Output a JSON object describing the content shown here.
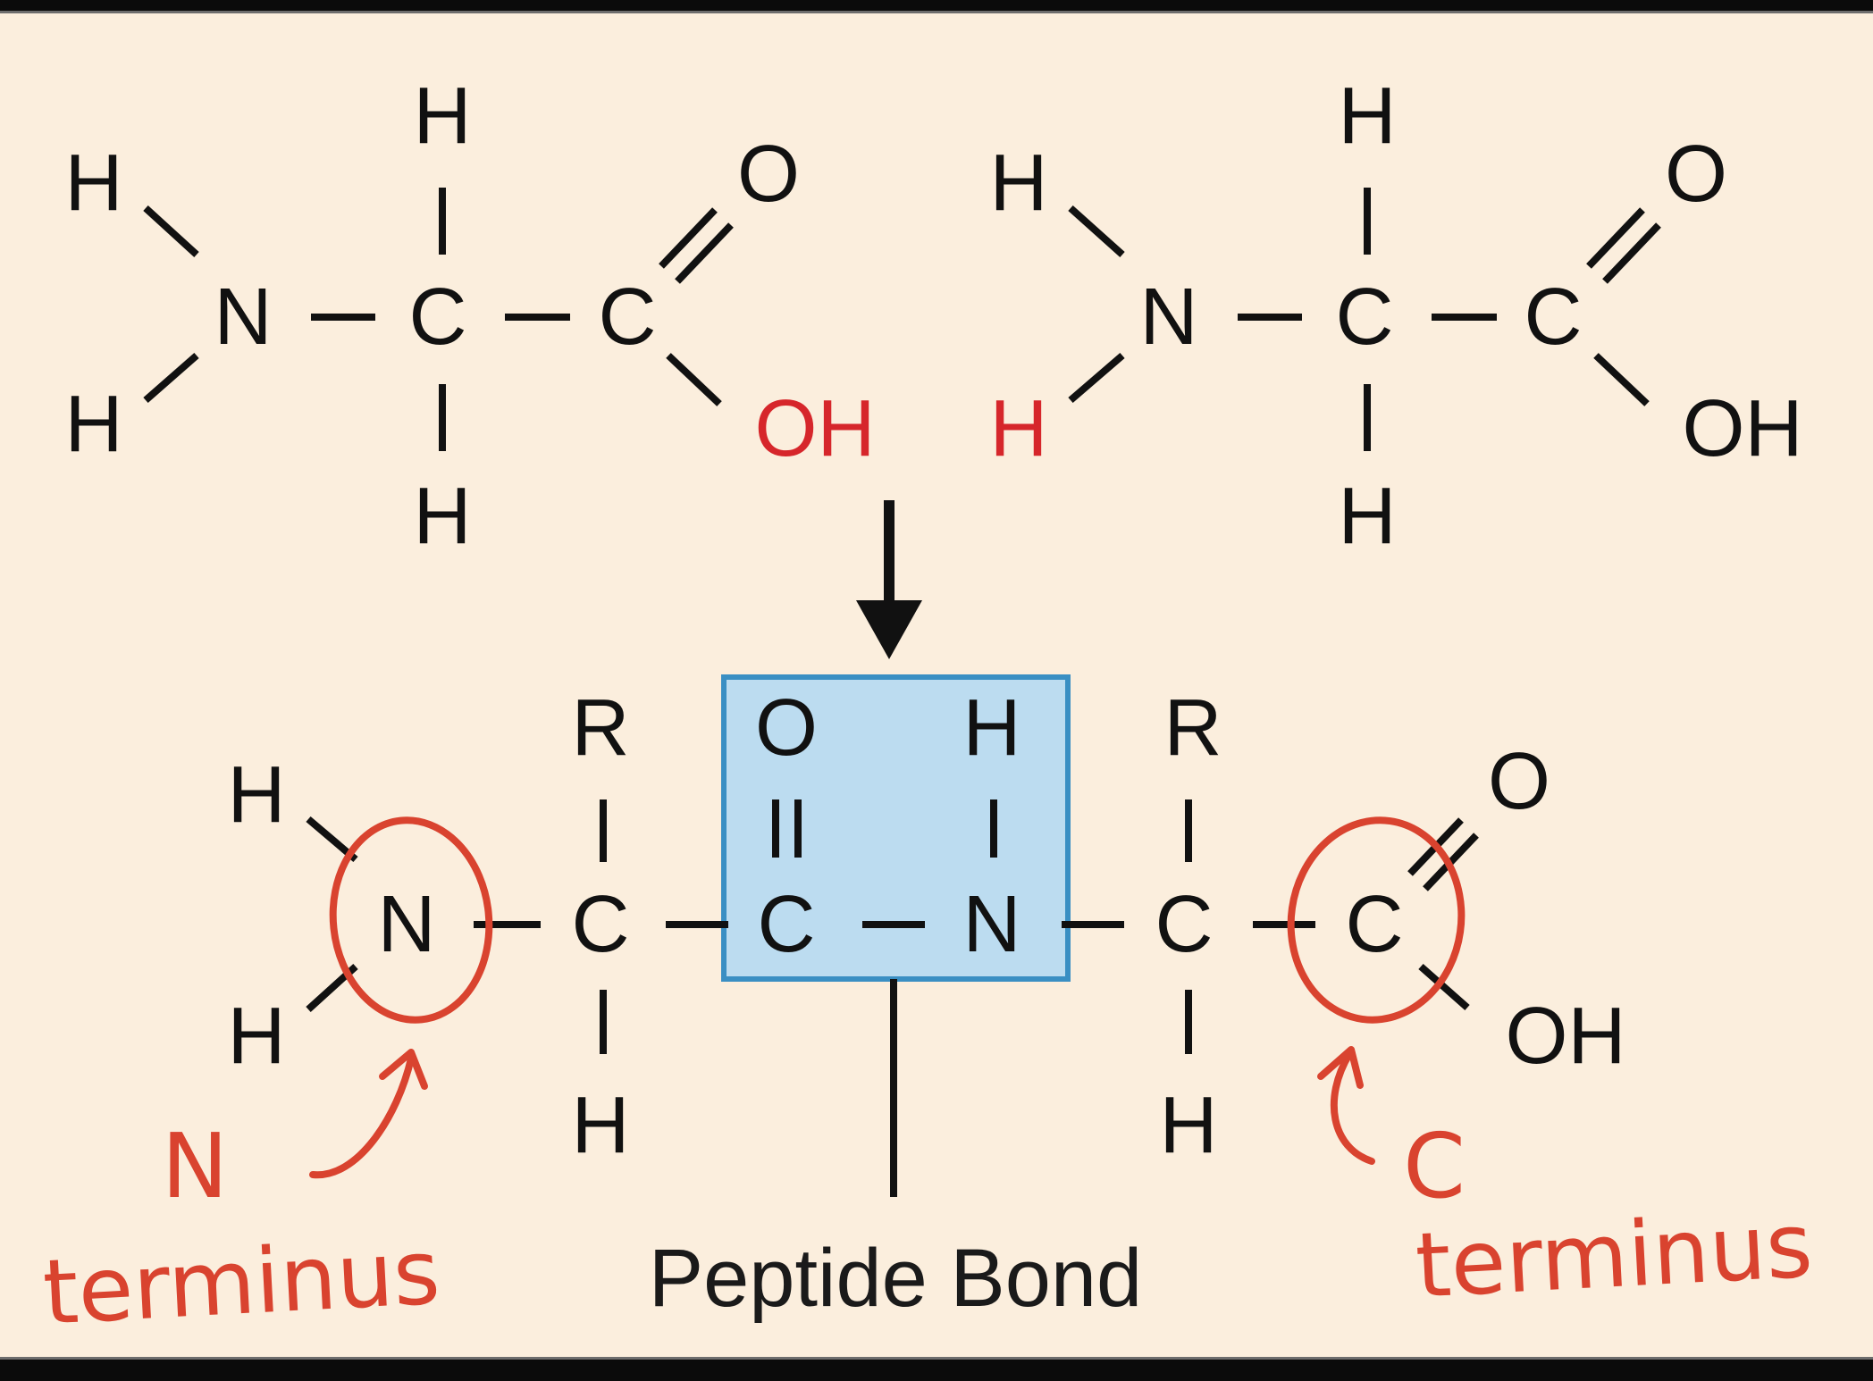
{
  "reactant_left": {
    "top_h": "H",
    "upper_left_h": "H",
    "lower_left_h": "H",
    "n": "N",
    "alpha_c": "C",
    "bottom_h": "H",
    "carbonyl_c": "C",
    "carbonyl_o": "O",
    "hydroxyl": "OH"
  },
  "reactant_right": {
    "top_h": "H",
    "upper_left_h": "H",
    "lower_left_h": "H",
    "n": "N",
    "alpha_c": "C",
    "bottom_h": "H",
    "carbonyl_c": "C",
    "carbonyl_o": "O",
    "hydroxyl": "OH"
  },
  "product": {
    "upper_left_h": "H",
    "lower_left_h": "H",
    "n_terminal": "N",
    "r1": "R",
    "alpha_c1": "C",
    "h1": "H",
    "peptide_o": "O",
    "peptide_c": "C",
    "peptide_h": "H",
    "peptide_n": "N",
    "r2": "R",
    "alpha_c2": "C",
    "h2": "H",
    "c_terminal": "C",
    "terminal_o": "O",
    "terminal_oh": "OH"
  },
  "caption": "Peptide Bond",
  "annotations": {
    "n_letter": "N",
    "n_word": "terminus",
    "c_letter": "C",
    "c_word": "terminus"
  },
  "colors": {
    "background": "#fbeedd",
    "highlight_fill": "#bcdcf0",
    "highlight_stroke": "#3a8fc3",
    "removed_atoms": "#d6262b",
    "handwriting": "#d9432f"
  }
}
